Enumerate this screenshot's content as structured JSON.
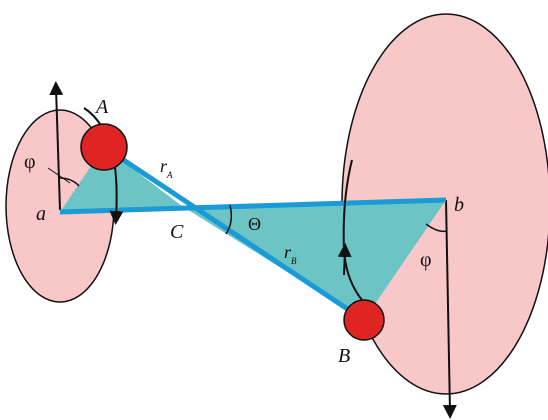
{
  "labels": {
    "point_A": "A",
    "point_B": "B",
    "point_a": "a",
    "point_b": "b",
    "center_C": "C",
    "radius_r": "r",
    "radius_A_sub": "A",
    "radius_B_sub": "B",
    "angle_theta": "Θ",
    "angle_phi_left": "φ",
    "angle_phi_right": "φ"
  },
  "colors": {
    "ellipse_fill": "#f8c8c8",
    "triangle_fill": "#6cc4c4",
    "line_color": "#1a9ad6",
    "ball_fill": "#e02424",
    "stroke": "#111111"
  }
}
